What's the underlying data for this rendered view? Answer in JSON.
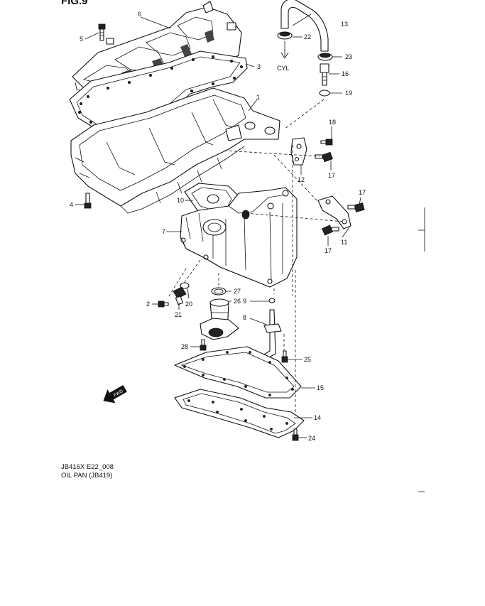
{
  "figure": {
    "title": "FIG.9"
  },
  "callouts": {
    "c1": "1",
    "c2": "2",
    "c3": "3",
    "c4": "4",
    "c5": "5",
    "c6": "6",
    "c7": "7",
    "c8": "8",
    "c9": "9",
    "c10": "10",
    "c11": "11",
    "c12": "12",
    "c13": "13",
    "c14": "14",
    "c15": "15",
    "c16": "16",
    "c17a": "17",
    "c17b": "17",
    "c17c": "17",
    "c18": "18",
    "c19": "19",
    "c20": "20",
    "c21": "21",
    "c22": "22",
    "c23": "23",
    "c24": "24",
    "c25": "25",
    "c26": "26",
    "c27": "27",
    "c28": "28"
  },
  "annotations": {
    "cyl": "CYL",
    "fwd": "FWD"
  },
  "caption": {
    "code": "JB416X E22_008",
    "title": "OIL PAN (JB419)"
  },
  "icons": {
    "direction": "arrow-fwd-icon",
    "cyl": "arrow-down-icon"
  }
}
